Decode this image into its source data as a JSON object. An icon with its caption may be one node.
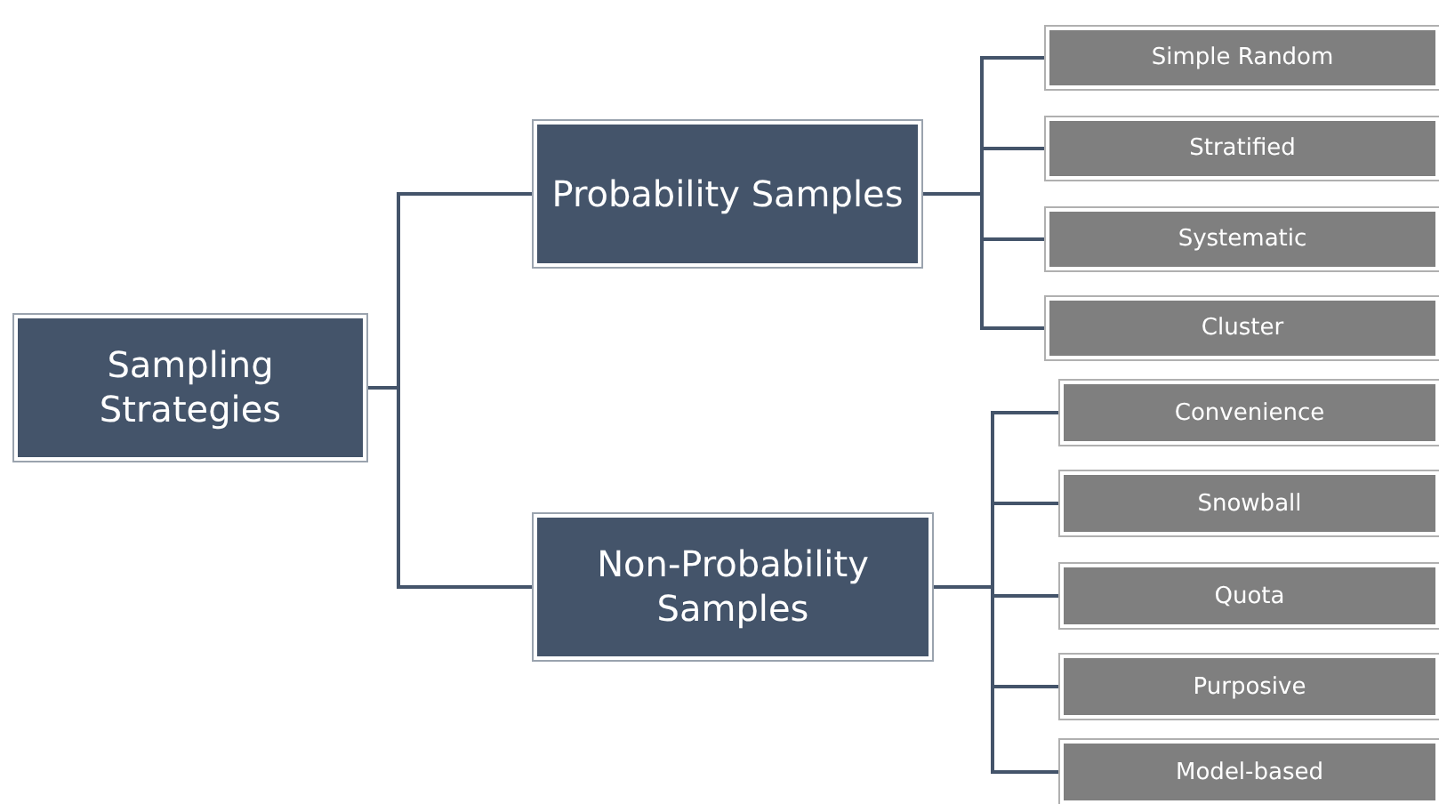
{
  "diagram": {
    "nodes": [
      {
        "text": [
          "Sampling Strategies"
        ]
      },
      {
        "text": [
          "Probability Samples"
        ]
      },
      {
        "text": [
          "Non-Probability Samples"
        ]
      },
      {
        "text": [
          "Simple Random"
        ]
      },
      {
        "text": [
          "Stratified"
        ]
      },
      {
        "text": [
          "Systematic"
        ]
      },
      {
        "text": [
          "Cluster"
        ]
      },
      {
        "text": [
          "Convenience"
        ]
      },
      {
        "text": [
          "Snowball"
        ]
      },
      {
        "text": [
          "Quota"
        ]
      },
      {
        "text": [
          "Purposive"
        ]
      },
      {
        "text": [
          "Model-based"
        ]
      }
    ],
    "edges": [
      {
        "from": 0,
        "to": 1,
        "arrow": "none"
      },
      {
        "from": 0,
        "to": 2,
        "arrow": "none"
      },
      {
        "from": 1,
        "to": 3,
        "arrow": "none"
      },
      {
        "from": 1,
        "to": 4,
        "arrow": "none"
      },
      {
        "from": 1,
        "to": 5,
        "arrow": "none"
      },
      {
        "from": 1,
        "to": 6,
        "arrow": "none"
      },
      {
        "from": 2,
        "to": 7,
        "arrow": "none"
      },
      {
        "from": 2,
        "to": 8,
        "arrow": "none"
      },
      {
        "from": 2,
        "to": 9,
        "arrow": "none"
      },
      {
        "from": 2,
        "to": 10,
        "arrow": "none"
      },
      {
        "from": 2,
        "to": 11,
        "arrow": "none"
      }
    ]
  }
}
